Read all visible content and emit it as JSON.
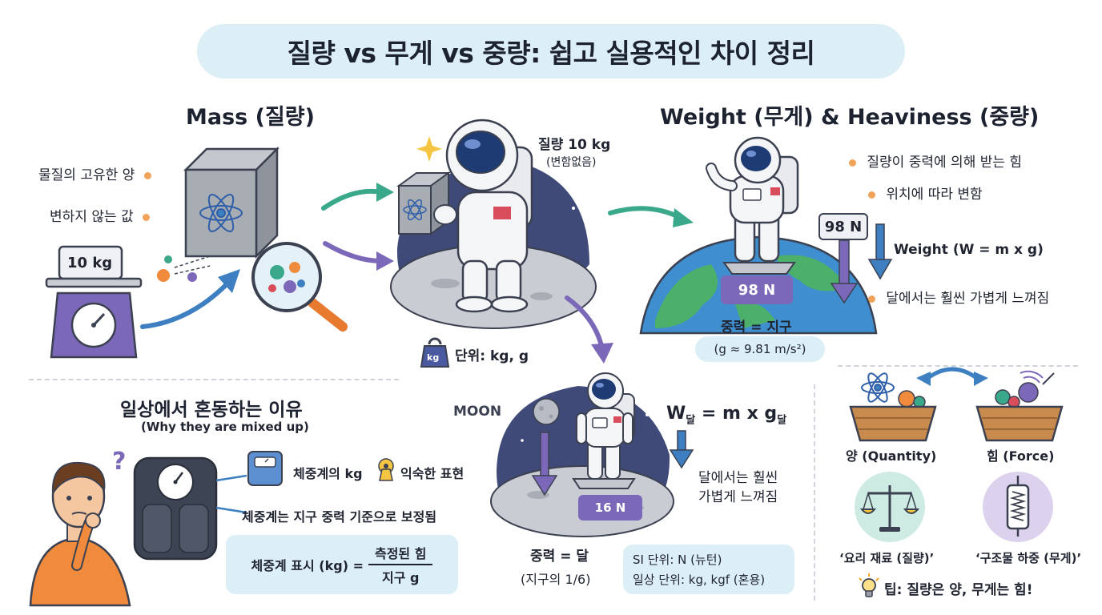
{
  "title": "질량 vs 무게 vs 중량: 쉽고 실용적인 차이 정리",
  "mass": {
    "heading": "Mass (질량)",
    "bullet1": "물질의 고유한 양",
    "bullet2": "변하지 않는 값",
    "scale_label": "10 kg",
    "astro_mass": "질량 10 kg",
    "astro_note": "(변함없음)",
    "weight_icon_text": "kg",
    "unit": "단위: kg, g"
  },
  "weight": {
    "heading": "Weight (무게) & Heaviness (중량)",
    "bullet1": "질량이 중력에 의해 받는 힘",
    "bullet2": "위치에 따라 변함",
    "arrow_label": "98 N",
    "formula": "Weight (W = m x g)",
    "bullet3": "달에서는 훨씬 가볍게 느껴짐",
    "plate": "98 N",
    "gravity": "중력 = 지구",
    "gravity_value": "(g ≈ 9.81 m/s²)"
  },
  "moon": {
    "label": "MOON",
    "formula_w": "W",
    "formula_sub1": "달",
    "formula_mid": " = m x g",
    "formula_sub2": "달",
    "note1": "달에서는 훨씬",
    "note2": "가볍게 느껴짐",
    "plate": "16 N",
    "gravity": "중력 = 달",
    "gravity_ratio": "(지구의 1/6)",
    "units1": "SI 단위: N (뉴턴)",
    "units2": "일상 단위: kg, kgf (혼용)"
  },
  "confusion": {
    "heading": "일상에서 혼동하는 이유",
    "subheading": "(Why they are mixed up)",
    "item1": "체중계의 kg",
    "item2": "익숙한 표현",
    "item3": "체중계는 지구 중력 기준으로 보정됨",
    "formula_left": "체중계 표시 (kg) =",
    "formula_num": "측정된 힘",
    "formula_den": "지구 g"
  },
  "compare": {
    "left_label": "양 (Quantity)",
    "right_label": "힘 (Force)",
    "left_example": "‘요리 재료 (질량)’",
    "right_example": "‘구조물 하중 (무게)’",
    "tip": "팁: 질량은 양, 무게는 힘!"
  },
  "colors": {
    "purple": "#7c68b8",
    "teal": "#3aa88a",
    "blue": "#3d7fc0",
    "orange": "#f08a3c",
    "light_blue": "#dceef6"
  }
}
